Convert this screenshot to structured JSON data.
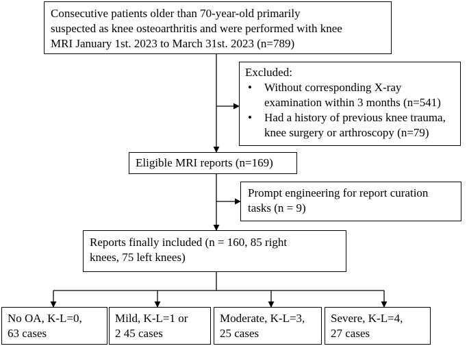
{
  "boxes": {
    "start": {
      "lines": [
        "Consecutive patients older than 70-year-old primarily",
        "suspected as knee osteoarthritis and were performed with knee",
        "MRI January 1st.  2023 to March 31st. 2023 (n=789)"
      ]
    },
    "excluded": {
      "title": "Excluded:",
      "bullet": "•",
      "items": [
        {
          "lines": [
            "Without corresponding X-ray",
            "examination within 3 months (n=541)"
          ]
        },
        {
          "lines": [
            "Had a history of previous knee trauma,",
            "knee surgery or arthroscopy (n=79)"
          ]
        }
      ]
    },
    "eligible": {
      "lines": [
        "Eligible MRI reports (n=169)"
      ]
    },
    "prompt": {
      "lines": [
        "Prompt engineering for report curation",
        "tasks  (n = 9)"
      ]
    },
    "included": {
      "lines": [
        "Reports finally included (n = 160, 85 right",
        "knees, 75 left knees)"
      ]
    },
    "grades": [
      {
        "lines": [
          "No OA, K-L=0,",
          "63 cases"
        ]
      },
      {
        "lines": [
          "Mild, K-L=1 or",
          "2 45 cases"
        ]
      },
      {
        "lines": [
          "Moderate, K-L=3,",
          "25 cases"
        ]
      },
      {
        "lines": [
          "Severe, K-L=4,",
          "27 cases"
        ]
      }
    ]
  }
}
